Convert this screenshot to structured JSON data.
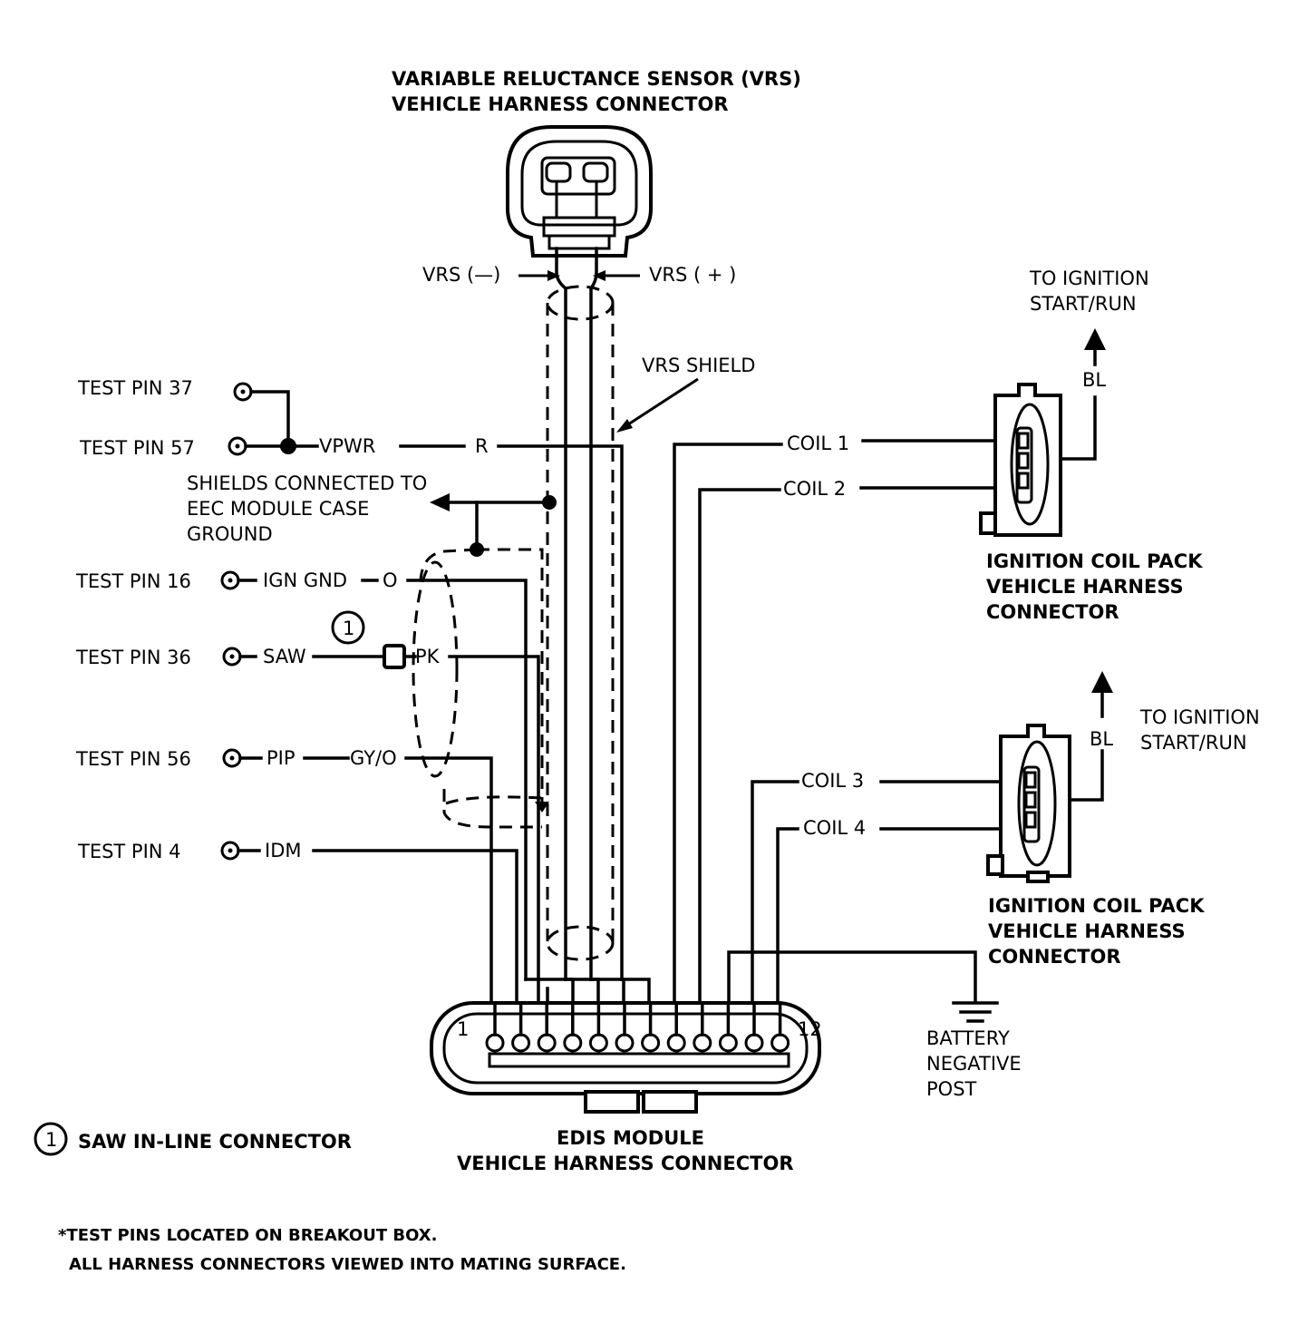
{
  "vrs_connector": {
    "title_line1": "VARIABLE RELUCTANCE SENSOR (VRS)",
    "title_line2": "VEHICLE HARNESS CONNECTOR",
    "vrs_minus": "VRS (—)",
    "vrs_plus": "VRS ( + )",
    "shield": "VRS SHIELD"
  },
  "test_pins": {
    "pin37": "TEST PIN 37",
    "pin57": "TEST PIN 57",
    "pin16": "TEST PIN 16",
    "pin36": "TEST PIN 36",
    "pin56": "TEST PIN 56",
    "pin4": "TEST PIN 4"
  },
  "signals": {
    "vpwr": "VPWR",
    "r": "R",
    "ign_gnd": "IGN GND",
    "o": "O",
    "saw": "SAW",
    "pk": "PK",
    "pip": "PIP",
    "gyo": "GY/O",
    "idm": "IDM"
  },
  "shields_note": {
    "line1": "SHIELDS CONNECTED TO",
    "line2": "EEC MODULE CASE",
    "line3": "GROUND"
  },
  "inline_connector": {
    "number": "1",
    "legend": "SAW IN-LINE CONNECTOR"
  },
  "coil_pack_1": {
    "to_ignition_line1": "TO IGNITION",
    "to_ignition_line2": "START/RUN",
    "bl": "BL",
    "coil1": "COIL 1",
    "coil2": "COIL 2",
    "title_line1": "IGNITION COIL PACK",
    "title_line2": "VEHICLE HARNESS",
    "title_line3": "CONNECTOR"
  },
  "coil_pack_2": {
    "to_ignition_line1": "TO IGNITION",
    "to_ignition_line2": "START/RUN",
    "bl": "BL",
    "coil3": "COIL 3",
    "coil4": "COIL 4",
    "title_line1": "IGNITION COIL PACK",
    "title_line2": "VEHICLE HARNESS",
    "title_line3": "CONNECTOR"
  },
  "battery": {
    "line1": "BATTERY",
    "line2": "NEGATIVE",
    "line3": "POST"
  },
  "edis_module": {
    "pin_first": "1",
    "pin_last": "12",
    "title_line1": "EDIS MODULE",
    "title_line2": "VEHICLE HARNESS CONNECTOR"
  },
  "footnotes": {
    "line1": "*TEST PINS LOCATED ON BREAKOUT BOX.",
    "line2": "ALL HARNESS CONNECTORS VIEWED INTO MATING SURFACE."
  }
}
